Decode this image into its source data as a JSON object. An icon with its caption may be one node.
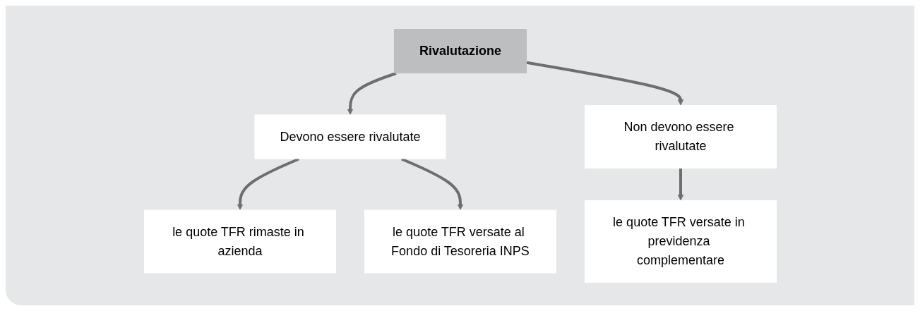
{
  "diagram": {
    "nodes": [
      {
        "text": [
          "Rivalutazione"
        ]
      },
      {
        "text": [
          "Devono essere rivalutate"
        ]
      },
      {
        "text": [
          "Non devono essere rivalutate"
        ]
      },
      {
        "text": [
          "le quote TFR rimaste in azienda"
        ]
      },
      {
        "text": [
          "le quote TFR versate al Fondo di Tesoreria INPS"
        ]
      },
      {
        "text": [
          "le quote TFR versate in previdenza complementare"
        ]
      }
    ],
    "edges": [
      {
        "from": 0,
        "to": 1,
        "arrow": "to"
      },
      {
        "from": 0,
        "to": 2,
        "arrow": "to"
      },
      {
        "from": 1,
        "to": 3,
        "arrow": "to"
      },
      {
        "from": 1,
        "to": 4,
        "arrow": "to"
      },
      {
        "from": 2,
        "to": 5,
        "arrow": "to"
      }
    ]
  }
}
